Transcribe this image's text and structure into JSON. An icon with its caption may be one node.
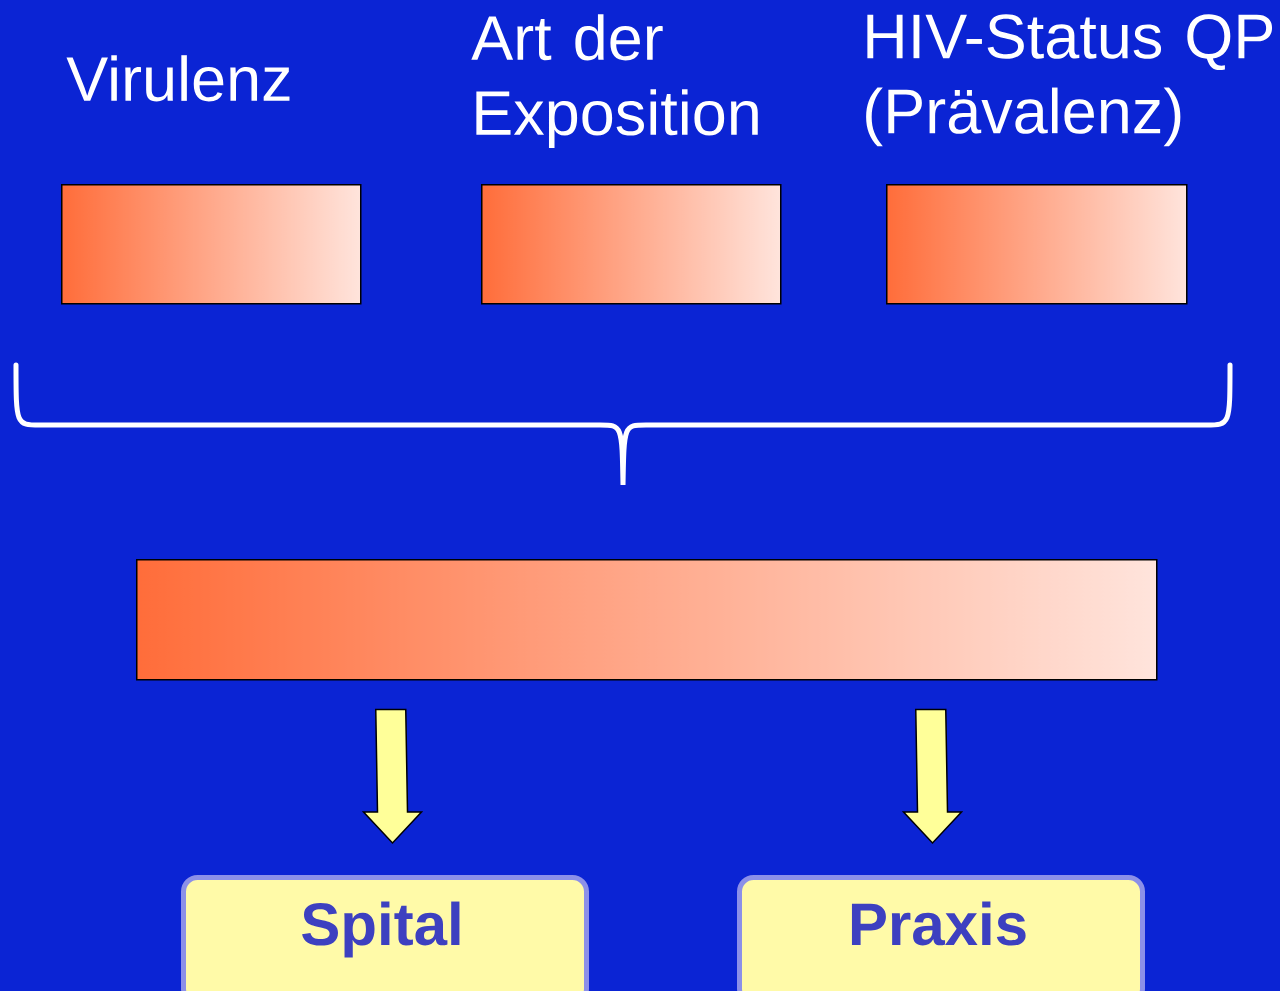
{
  "diagram": {
    "nodes": [
      {
        "text": [
          "Virulenz"
        ]
      },
      {
        "text": [
          "Art der Exposition"
        ]
      },
      {
        "text": [
          "HIV-Status QP (Prävalenz)"
        ]
      },
      {
        "text": [],
        "shape": "bar"
      },
      {
        "text": [
          "Spital"
        ]
      },
      {
        "text": [
          "Praxis"
        ]
      }
    ],
    "edges": [
      {
        "from": 3,
        "to": 4,
        "arrow": "to"
      },
      {
        "from": 3,
        "to": 5,
        "arrow": "to"
      }
    ]
  }
}
